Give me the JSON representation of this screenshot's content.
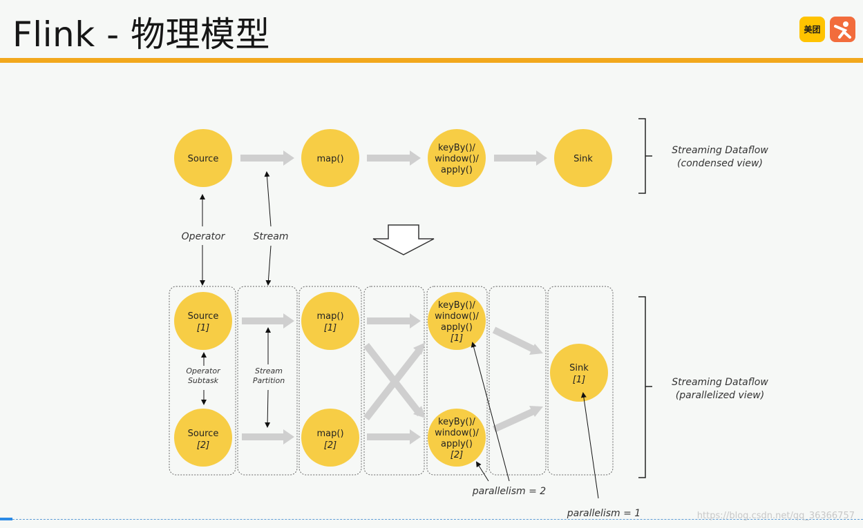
{
  "slide": {
    "title": "Flink - 物理模型",
    "logo_meituan": "美团",
    "watermark": "https://blog.csdn.net/qq_36366757"
  },
  "condensed": {
    "nodes": [
      {
        "lines": [
          "Source"
        ]
      },
      {
        "lines": [
          "map()"
        ]
      },
      {
        "lines": [
          "keyBy()/",
          "window()/",
          "apply()"
        ]
      },
      {
        "lines": [
          "Sink"
        ]
      }
    ],
    "label": [
      "Streaming Dataflow",
      "(condensed view)"
    ]
  },
  "parallel": {
    "nodes": [
      {
        "lines": [
          "Source"
        ],
        "index": "[1]"
      },
      {
        "lines": [
          "Source"
        ],
        "index": "[2]"
      },
      {
        "lines": [
          "map()"
        ],
        "index": "[1]"
      },
      {
        "lines": [
          "map()"
        ],
        "index": "[2]"
      },
      {
        "lines": [
          "keyBy()/",
          "window()/",
          "apply()"
        ],
        "index": "[1]"
      },
      {
        "lines": [
          "keyBy()/",
          "window()/",
          "apply()"
        ],
        "index": "[2]"
      },
      {
        "lines": [
          "Sink"
        ],
        "index": "[1]"
      }
    ],
    "label": [
      "Streaming Dataflow",
      "(parallelized view)"
    ]
  },
  "annotations": {
    "operator": "Operator",
    "stream": "Stream",
    "operator_subtask": [
      "Operator",
      "Subtask"
    ],
    "stream_partition": [
      "Stream",
      "Partition"
    ],
    "parallelism_2": "parallelism = 2",
    "parallelism_1": "parallelism = 1"
  },
  "colors": {
    "accent_bar": "#f2a81d",
    "node_fill": "#f7cd45",
    "arrow_fill": "#cfcfcf"
  }
}
